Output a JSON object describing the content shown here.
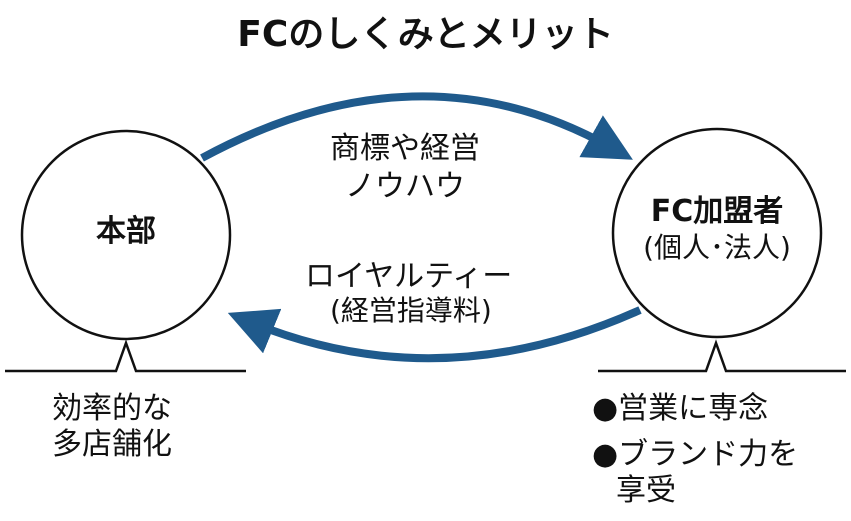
{
  "title": "FCのしくみとメリット",
  "colors": {
    "arrow": "#1f5a8c",
    "line": "#111111"
  },
  "nodes": {
    "headquarters": {
      "label": "本部",
      "merits": [
        "効率的な",
        "多店舗化"
      ]
    },
    "franchisee": {
      "label": "FC加盟者",
      "sublabel": "(個人･法人)",
      "merits": [
        "●営業に専念",
        "●ブランド力を",
        "享受"
      ]
    }
  },
  "arrows": {
    "to_franchisee": {
      "lines": [
        "商標や経営",
        "ノウハウ"
      ]
    },
    "to_headquarters": {
      "lines": [
        "ロイヤルティー",
        "(経営指導料)"
      ]
    }
  }
}
